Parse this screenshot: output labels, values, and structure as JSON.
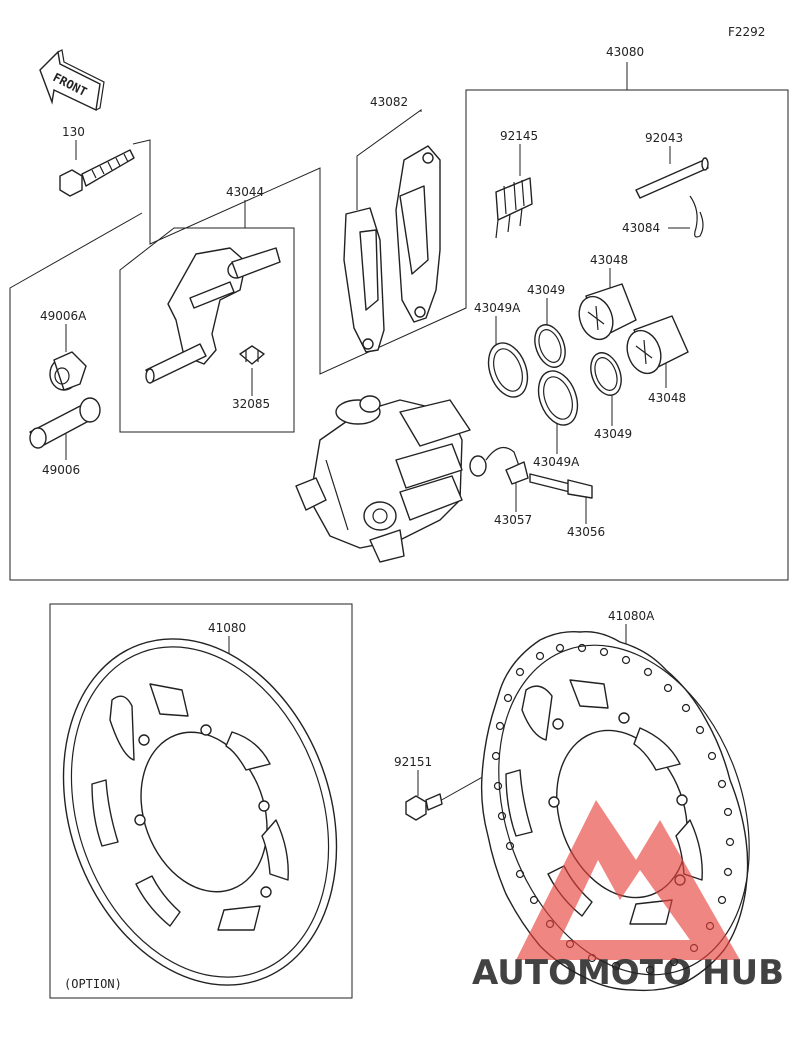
{
  "figure_code": "F2292",
  "front_label": "FRONT",
  "option_label": "(OPTION)",
  "part_labels": {
    "p130": "130",
    "p43044": "43044",
    "p43082": "43082",
    "p43080": "43080",
    "p92145": "92145",
    "p92043": "92043",
    "p43084": "43084",
    "p43048a": "43048",
    "p43048b": "43048",
    "p43049a": "43049",
    "p43049b": "43049",
    "p43049Aa": "43049A",
    "p43049Ab": "43049A",
    "p49006A": "49006A",
    "p49006": "49006",
    "p32085": "32085",
    "p43057": "43057",
    "p43056": "43056",
    "p41080": "41080",
    "p41080A": "41080A",
    "p92151": "92151"
  },
  "watermark": {
    "part1": "AUTOMOTO",
    "part2": "HUB",
    "color1": "#f5a623",
    "color2": "#444444",
    "triangle_color": "#e8413c"
  }
}
